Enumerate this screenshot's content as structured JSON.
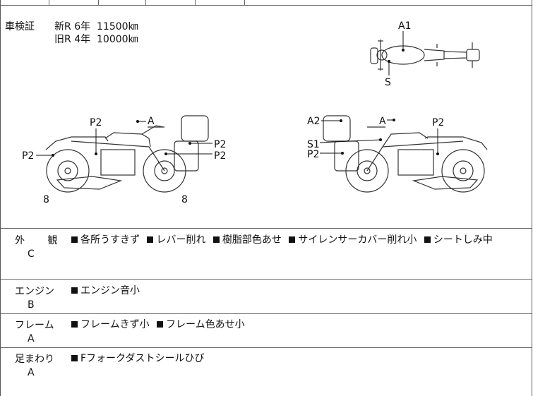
{
  "registration": {
    "label": "車検証",
    "rows": [
      {
        "system": "新R",
        "years": "6年",
        "odometer": "11500",
        "unit": "㎞"
      },
      {
        "system": "旧R",
        "years": "4年",
        "odometer": "10000",
        "unit": "㎞"
      }
    ]
  },
  "diagram": {
    "top_view": {
      "labels": [
        "A1",
        "S"
      ]
    },
    "left_side": {
      "labels": [
        "P2",
        "A",
        "P2",
        "P2",
        "P2"
      ],
      "tire_marks": [
        "8",
        "8"
      ]
    },
    "right_side": {
      "labels": [
        "A2",
        "A",
        "P2",
        "S1",
        "P2"
      ]
    }
  },
  "sections": [
    {
      "title": "外 観",
      "grade": "C",
      "notes": [
        "各所うすきず",
        "レバー削れ",
        "樹脂部色あせ",
        "サイレンサーカバー削れ小",
        "シートしみ中"
      ]
    },
    {
      "title": "エンジン",
      "grade": "B",
      "notes": [
        "エンジン音小"
      ]
    },
    {
      "title": "フレーム",
      "grade": "A",
      "notes": [
        "フレームきず小",
        "フレーム色あせ小"
      ]
    },
    {
      "title": "足まわり",
      "grade": "A",
      "notes": [
        "Fフォークダストシールひび"
      ]
    }
  ]
}
